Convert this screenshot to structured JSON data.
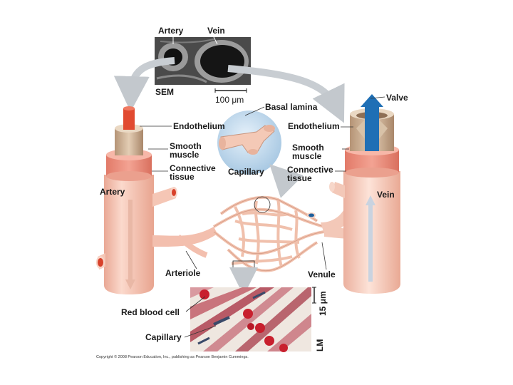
{
  "labels": {
    "sem_artery": "Artery",
    "sem_vein": "Vein",
    "sem": "SEM",
    "scale_sem": "100 μm",
    "basal_lamina": "Basal lamina",
    "valve": "Valve",
    "endothelium_left": "Endothelium",
    "smooth_muscle_left": "Smooth muscle",
    "connective_tissue_left": "Connective tissue",
    "capillary_inset": "Capillary",
    "endothelium_right": "Endothelium",
    "smooth_muscle_right": "Smooth muscle",
    "connective_tissue_right": "Connective tissue",
    "artery": "Artery",
    "vein": "Vein",
    "arteriole": "Arteriole",
    "venule": "Venule",
    "red_blood_cell": "Red blood cell",
    "capillary_lm": "Capillary",
    "scale_lm": "15 μm",
    "lm": "LM"
  },
  "copyright": "Copyright © 2008 Pearson Education, Inc., publishing as Pearson Benjamin Cummings.",
  "colors": {
    "vessel_skin": "#f6cdbd",
    "vessel_shadow": "#e8a892",
    "smooth_muscle": "#e98070",
    "endothelium": "#c9a88a",
    "arterial_blood": "#e2452c",
    "venous_blood": "#1f6fb5",
    "arrow_gray": "#c8cdd2",
    "inset_blue": "#bcd6ea"
  }
}
